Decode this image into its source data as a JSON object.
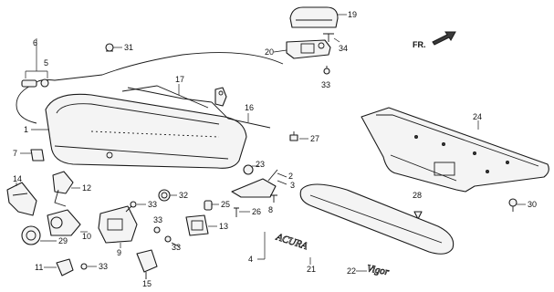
{
  "direction_label": "FR.",
  "callouts": {
    "c1": "1",
    "c2": "2",
    "c3": "3",
    "c4": "4",
    "c5": "5",
    "c6": "6",
    "c7": "7",
    "c8": "8",
    "c9": "9",
    "c10": "10",
    "c11": "11",
    "c12": "12",
    "c13": "13",
    "c14": "14",
    "c15": "15",
    "c16": "16",
    "c17": "17",
    "c19": "19",
    "c20": "20",
    "c21": "21",
    "c22": "22",
    "c23": "23",
    "c24": "24",
    "c25": "25",
    "c26": "26",
    "c27": "27",
    "c28": "28",
    "c29": "29",
    "c30": "30",
    "c31": "31",
    "c32": "32",
    "c33a": "33",
    "c33b": "33",
    "c33c": "33",
    "c33d": "33",
    "c33e": "33",
    "c34": "34"
  },
  "emblems": {
    "acura": "ACURA",
    "model": "Vigor"
  }
}
